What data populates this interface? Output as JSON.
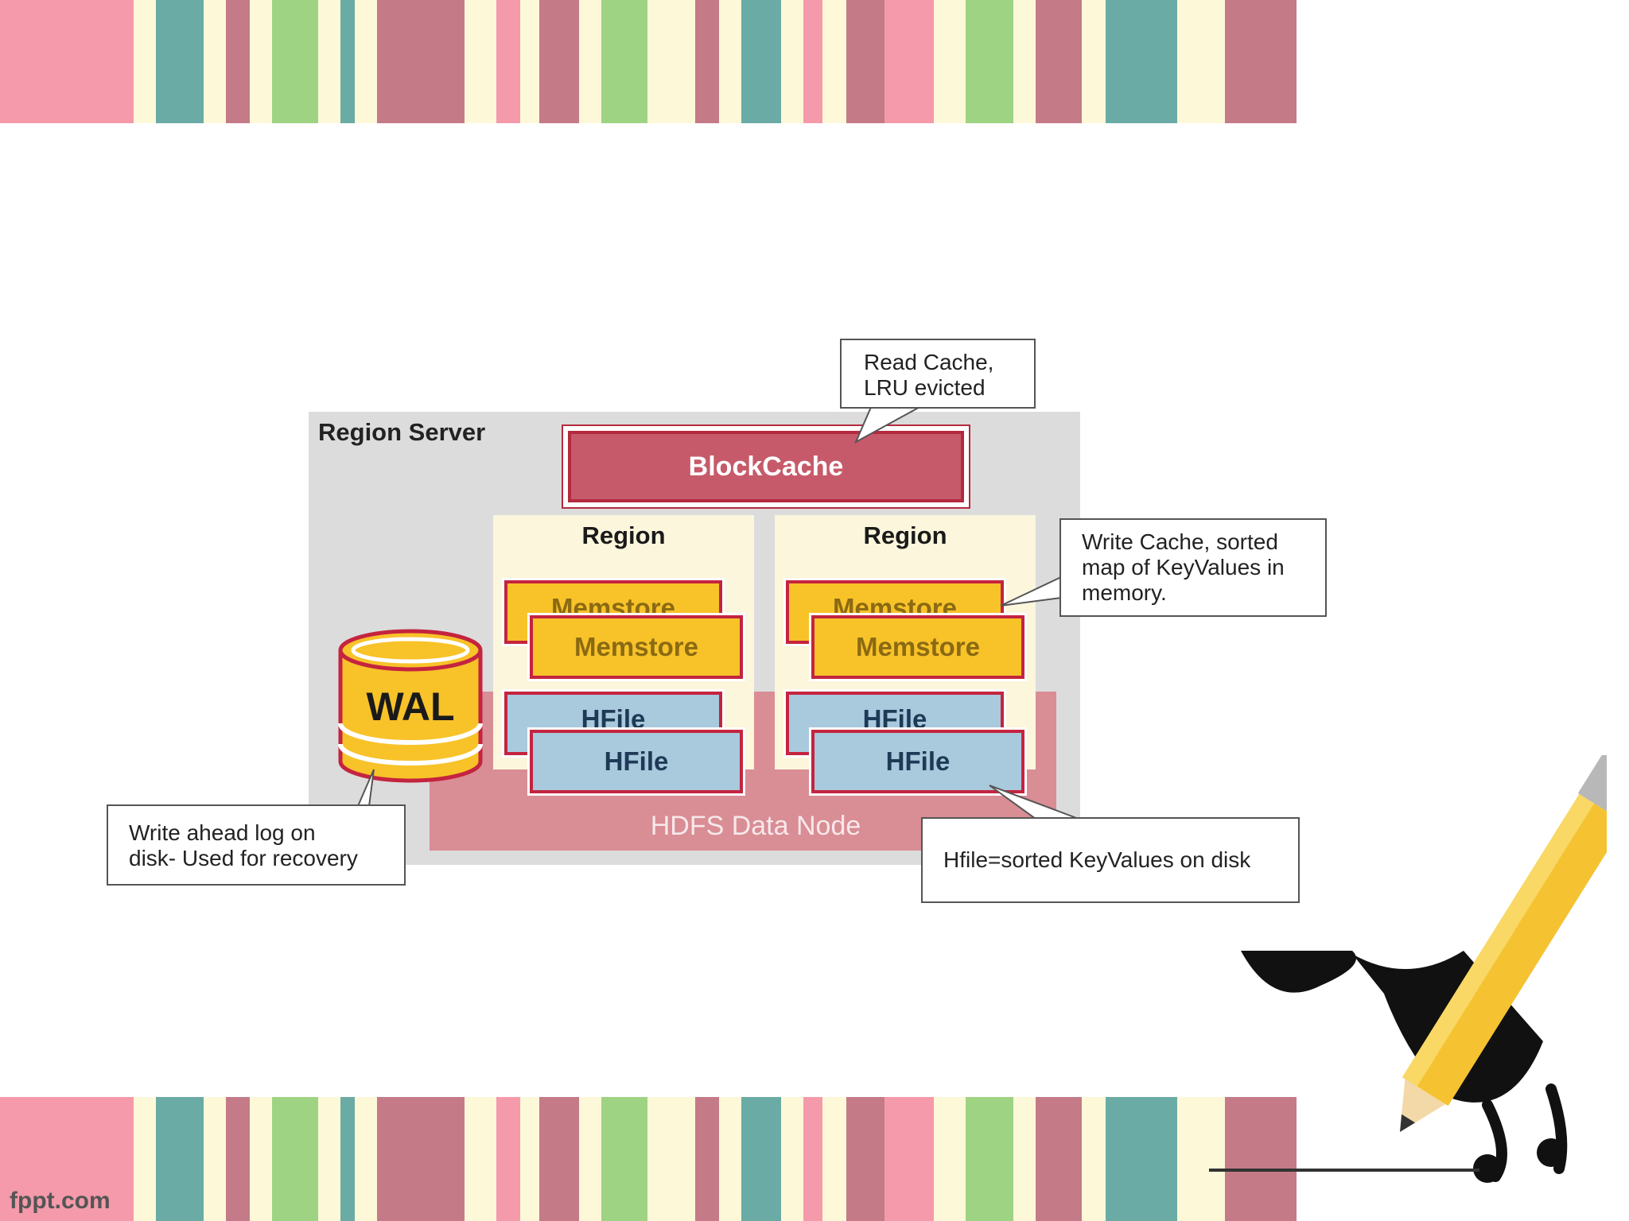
{
  "slide": {
    "region_server_label": "Region Server",
    "block_cache_label": "BlockCache",
    "regions": [
      {
        "title": "Region",
        "memstore_back": "Memstore",
        "memstore_front": "Memstore",
        "hfile_back": "HFile",
        "hfile_front": "HFile"
      },
      {
        "title": "Region",
        "memstore_back": "Memstore",
        "memstore_front": "Memstore",
        "hfile_back": "HFile",
        "hfile_front": "HFile"
      }
    ],
    "wal_label": "WAL",
    "hdfs_label": "HDFS Data Node",
    "callouts": {
      "read_cache": [
        "Read Cache,",
        "LRU evicted"
      ],
      "write_cache": [
        "Write Cache, sorted",
        "map of KeyValues in",
        "memory."
      ],
      "write_ahead": [
        "Write ahead log on",
        "disk- Used for recovery"
      ],
      "hfile_note": [
        "Hfile=sorted KeyValues on disk"
      ]
    },
    "watermark": "fppt.com"
  },
  "colors": {
    "pink": "#f49aab",
    "teal": "#6aaba6",
    "mauve": "#c47b87",
    "green": "#9fd384",
    "cream": "#fdf8d8",
    "blockcache_fill": "#c75a6a",
    "memstore_fill": "#f8c229",
    "hfile_fill": "#a9c9dd",
    "hdfs_fill": "#d98d95"
  },
  "stripes": [
    "pink",
    "cream",
    "teal",
    "cream",
    "mauve",
    "cream",
    "green",
    "cream",
    "teal",
    "cream",
    "mauve",
    "cream",
    "pink",
    "cream",
    "mauve",
    "cream",
    "green",
    "cream",
    "mauve",
    "cream",
    "teal",
    "cream",
    "pink",
    "cream",
    "mauve",
    "pink",
    "cream",
    "green",
    "cream",
    "mauve",
    "cream",
    "teal",
    "cream",
    "mauve"
  ]
}
